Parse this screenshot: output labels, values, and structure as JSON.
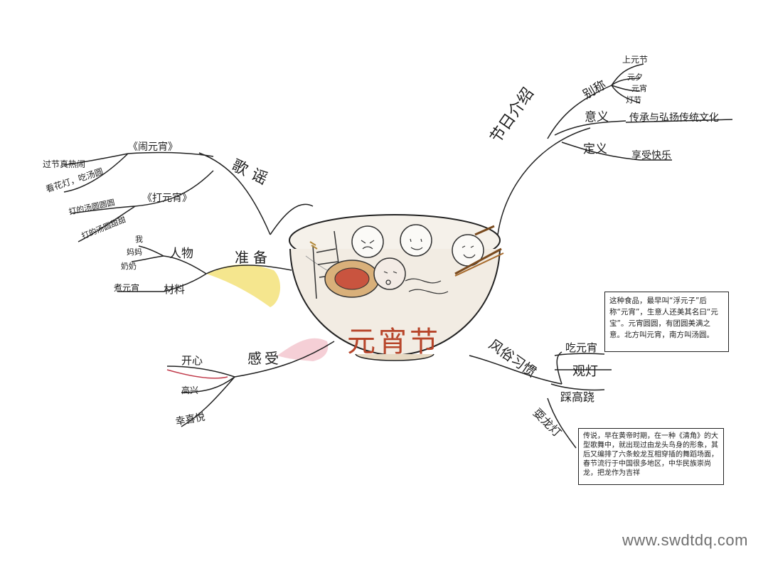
{
  "center": {
    "title": "元宵节"
  },
  "branches": {
    "intro": {
      "label": "节日介绍",
      "children": [
        {
          "label": "别称",
          "items": [
            "上元节",
            "元夕",
            "元宵",
            "灯节"
          ]
        },
        {
          "label": "意义",
          "items": [
            "传承与弘扬传统文化"
          ]
        },
        {
          "label": "定义",
          "items": [
            "享受快乐"
          ]
        }
      ]
    },
    "customs": {
      "label": "风俗习惯",
      "children": [
        {
          "label": "吃元宵"
        },
        {
          "label": "观灯"
        },
        {
          "label": "踩高跷"
        },
        {
          "label": "耍龙灯"
        }
      ],
      "note_food": "这种食品，最早叫“浮元子”后称“元宵”，生意人还美其名曰“元宝”。元宵圆圆，有团圆美满之意。北方叫元宵，南方叫汤圆。",
      "note_dragon": "传说，早在黄帝时期，在一种《清角》的大型歌舞中，就出现过由龙头鸟身的形象，其后又编排了六条蛟龙互相穿插的舞蹈场面，春节流行于中国很多地区，中华民族崇尚龙，把龙作为吉祥"
    },
    "songs": {
      "label": "歌谣",
      "children": [
        {
          "label": "《闹元宵》",
          "items": [
            "过节真热闹",
            "看花灯，吃汤圆"
          ]
        },
        {
          "label": "《打元宵》",
          "items": [
            "打的汤圆圆圆",
            "打的汤圆甜甜"
          ]
        }
      ]
    },
    "prep": {
      "label": "准备",
      "children": [
        {
          "label": "人物",
          "items": [
            "我",
            "妈妈",
            "奶奶"
          ]
        },
        {
          "label": "材料",
          "items": [
            "煮元宵"
          ]
        }
      ]
    },
    "feelings": {
      "label": "感受",
      "items": [
        "开心",
        "高兴",
        "幸喜悦"
      ]
    }
  },
  "watermark": "www.swdtdq.com",
  "colors": {
    "ink": "#1d1d1d",
    "yellow": "#f3e27a",
    "pink": "#e9a3b8",
    "bowl": "#f2ece3",
    "title_red": "#b7452a"
  }
}
